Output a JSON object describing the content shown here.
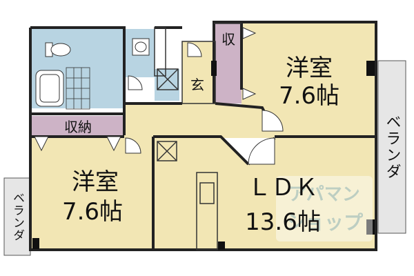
{
  "rooms": {
    "western_top": {
      "name": "洋室",
      "size": "7.6帖"
    },
    "western_left": {
      "name": "洋室",
      "size": "7.6帖"
    },
    "ldk": {
      "name": "ＬＤＫ",
      "size": "13.6帖"
    }
  },
  "labels": {
    "storage": "収納",
    "closet": "収",
    "entrance": "玄",
    "veranda_right": "ベランダ",
    "veranda_left": "ベランダ"
  },
  "watermark": {
    "line1": "アパマン",
    "line2": "ショップ"
  },
  "colors": {
    "room_fill": "#f2e6b4",
    "wet_area": "#b8d4e2",
    "storage": "#cdb3c6",
    "veranda": "#e6e6e6",
    "wall": "#222222"
  }
}
